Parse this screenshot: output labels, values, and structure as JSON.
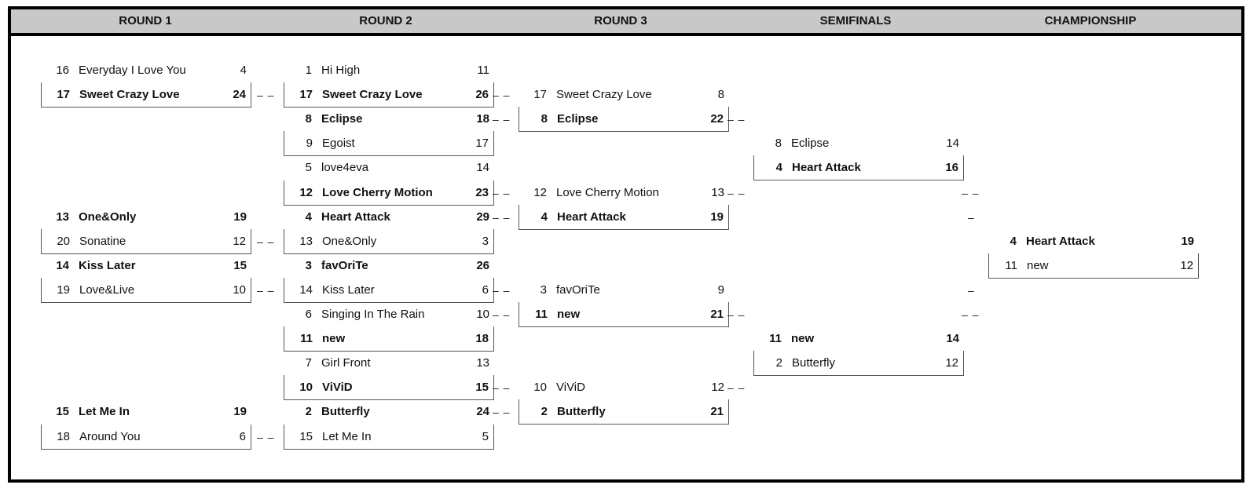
{
  "rounds": [
    {
      "label": "ROUND 1"
    },
    {
      "label": "ROUND 2"
    },
    {
      "label": "ROUND 3"
    },
    {
      "label": "SEMIFINALS"
    },
    {
      "label": "CHAMPIONSHIP"
    }
  ],
  "matches": [
    {
      "round": 0,
      "row": 0,
      "teams": [
        {
          "seed": "16",
          "name": "Everyday I Love You",
          "score": "4",
          "winner": false
        },
        {
          "seed": "17",
          "name": "Sweet Crazy Love",
          "score": "24",
          "winner": true
        }
      ]
    },
    {
      "round": 0,
      "row": 6,
      "teams": [
        {
          "seed": "13",
          "name": "One&Only",
          "score": "19",
          "winner": true
        },
        {
          "seed": "20",
          "name": "Sonatine",
          "score": "12",
          "winner": false
        }
      ]
    },
    {
      "round": 0,
      "row": 8,
      "teams": [
        {
          "seed": "14",
          "name": "Kiss Later",
          "score": "15",
          "winner": true
        },
        {
          "seed": "19",
          "name": "Love&Live",
          "score": "10",
          "winner": false
        }
      ]
    },
    {
      "round": 0,
      "row": 14,
      "teams": [
        {
          "seed": "15",
          "name": "Let Me In",
          "score": "19",
          "winner": true
        },
        {
          "seed": "18",
          "name": "Around You",
          "score": "6",
          "winner": false
        }
      ]
    },
    {
      "round": 1,
      "row": 0,
      "teams": [
        {
          "seed": "1",
          "name": "Hi High",
          "score": "11",
          "winner": false
        },
        {
          "seed": "17",
          "name": "Sweet Crazy Love",
          "score": "26",
          "winner": true
        }
      ]
    },
    {
      "round": 1,
      "row": 2,
      "teams": [
        {
          "seed": "8",
          "name": "Eclipse",
          "score": "18",
          "winner": true
        },
        {
          "seed": "9",
          "name": "Egoist",
          "score": "17",
          "winner": false
        }
      ]
    },
    {
      "round": 1,
      "row": 4,
      "teams": [
        {
          "seed": "5",
          "name": "love4eva",
          "score": "14",
          "winner": false
        },
        {
          "seed": "12",
          "name": "Love Cherry Motion",
          "score": "23",
          "winner": true
        }
      ]
    },
    {
      "round": 1,
      "row": 6,
      "teams": [
        {
          "seed": "4",
          "name": "Heart Attack",
          "score": "29",
          "winner": true
        },
        {
          "seed": "13",
          "name": "One&Only",
          "score": "3",
          "winner": false
        }
      ]
    },
    {
      "round": 1,
      "row": 8,
      "teams": [
        {
          "seed": "3",
          "name": "favOriTe",
          "score": "26",
          "winner": true
        },
        {
          "seed": "14",
          "name": "Kiss Later",
          "score": "6",
          "winner": false
        }
      ]
    },
    {
      "round": 1,
      "row": 10,
      "teams": [
        {
          "seed": "6",
          "name": "Singing In The Rain",
          "score": "10",
          "winner": false
        },
        {
          "seed": "11",
          "name": "new",
          "score": "18",
          "winner": true
        }
      ]
    },
    {
      "round": 1,
      "row": 12,
      "teams": [
        {
          "seed": "7",
          "name": "Girl Front",
          "score": "13",
          "winner": false
        },
        {
          "seed": "10",
          "name": "ViViD",
          "score": "15",
          "winner": true
        }
      ]
    },
    {
      "round": 1,
      "row": 14,
      "teams": [
        {
          "seed": "2",
          "name": "Butterfly",
          "score": "24",
          "winner": true
        },
        {
          "seed": "15",
          "name": "Let Me In",
          "score": "5",
          "winner": false
        }
      ]
    },
    {
      "round": 2,
      "row": 1,
      "teams": [
        {
          "seed": "17",
          "name": "Sweet Crazy Love",
          "score": "8",
          "winner": false
        },
        {
          "seed": "8",
          "name": "Eclipse",
          "score": "22",
          "winner": true
        }
      ]
    },
    {
      "round": 2,
      "row": 5,
      "teams": [
        {
          "seed": "12",
          "name": "Love Cherry Motion",
          "score": "13",
          "winner": false
        },
        {
          "seed": "4",
          "name": "Heart Attack",
          "score": "19",
          "winner": true
        }
      ]
    },
    {
      "round": 2,
      "row": 9,
      "teams": [
        {
          "seed": "3",
          "name": "favOriTe",
          "score": "9",
          "winner": false
        },
        {
          "seed": "11",
          "name": "new",
          "score": "21",
          "winner": true
        }
      ]
    },
    {
      "round": 2,
      "row": 13,
      "teams": [
        {
          "seed": "10",
          "name": "ViViD",
          "score": "12",
          "winner": false
        },
        {
          "seed": "2",
          "name": "Butterfly",
          "score": "21",
          "winner": true
        }
      ]
    },
    {
      "round": 3,
      "row": 3,
      "teams": [
        {
          "seed": "8",
          "name": "Eclipse",
          "score": "14",
          "winner": false
        },
        {
          "seed": "4",
          "name": "Heart Attack",
          "score": "16",
          "winner": true
        }
      ]
    },
    {
      "round": 3,
      "row": 11,
      "teams": [
        {
          "seed": "11",
          "name": "new",
          "score": "14",
          "winner": true
        },
        {
          "seed": "2",
          "name": "Butterfly",
          "score": "12",
          "winner": false
        }
      ]
    },
    {
      "round": 4,
      "row": 7,
      "teams": [
        {
          "seed": "4",
          "name": "Heart Attack",
          "score": "19",
          "winner": true
        },
        {
          "seed": "11",
          "name": "new",
          "score": "12",
          "winner": false
        }
      ]
    }
  ],
  "connectors": [
    {
      "round": 0,
      "row": 1,
      "glyph": "– –"
    },
    {
      "round": 0,
      "row": 7,
      "glyph": "– –"
    },
    {
      "round": 0,
      "row": 9,
      "glyph": "– –"
    },
    {
      "round": 0,
      "row": 15,
      "glyph": "– –"
    },
    {
      "round": 1,
      "row": 1,
      "glyph": "– –"
    },
    {
      "round": 1,
      "row": 2,
      "glyph": "– –"
    },
    {
      "round": 1,
      "row": 5,
      "glyph": "– –"
    },
    {
      "round": 1,
      "row": 6,
      "glyph": "– –"
    },
    {
      "round": 1,
      "row": 9,
      "glyph": "– –"
    },
    {
      "round": 1,
      "row": 10,
      "glyph": "– –"
    },
    {
      "round": 1,
      "row": 13,
      "glyph": "– –"
    },
    {
      "round": 1,
      "row": 14,
      "glyph": "– –"
    },
    {
      "round": 2,
      "row": 2,
      "glyph": "– –"
    },
    {
      "round": 2,
      "row": 5,
      "glyph": "– –"
    },
    {
      "round": 2,
      "row": 10,
      "glyph": "– –"
    },
    {
      "round": 2,
      "row": 13,
      "glyph": "– –"
    },
    {
      "round": 3,
      "row": 5,
      "glyph": "– –"
    },
    {
      "round": 3,
      "row": 6,
      "glyph": "–"
    },
    {
      "round": 3,
      "row": 9,
      "glyph": "–"
    },
    {
      "round": 3,
      "row": 10,
      "glyph": "– –"
    }
  ]
}
